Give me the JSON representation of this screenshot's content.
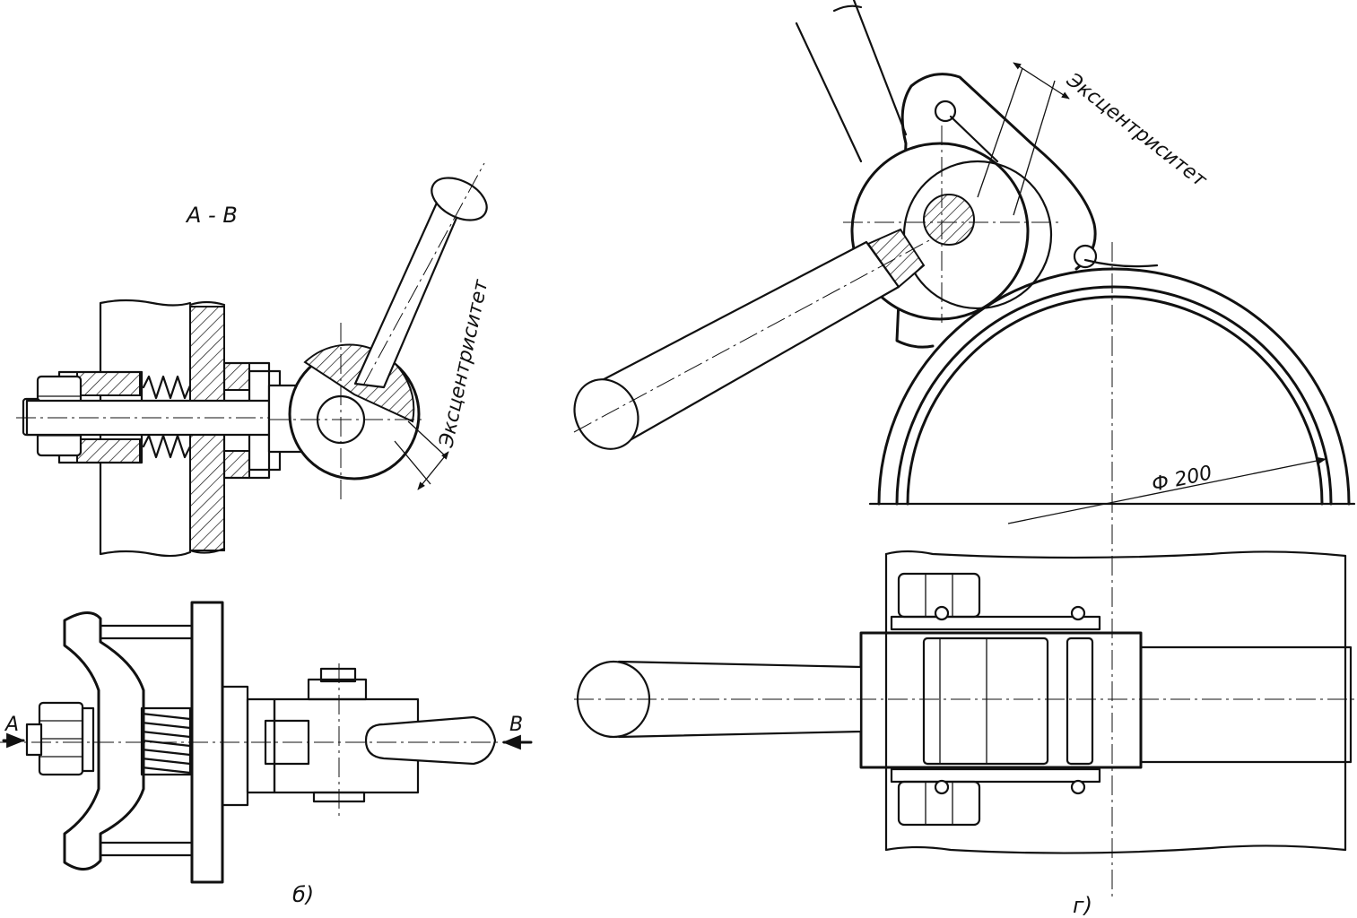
{
  "labels": {
    "section": "А - В",
    "eccentricity_left": "Эксцентриситет",
    "eccentricity_right": "Эксцентриситет",
    "diameter": "Ф 200",
    "arrow_a": "А",
    "arrow_b": "В",
    "fig_b": "б)",
    "fig_g": "г)"
  }
}
